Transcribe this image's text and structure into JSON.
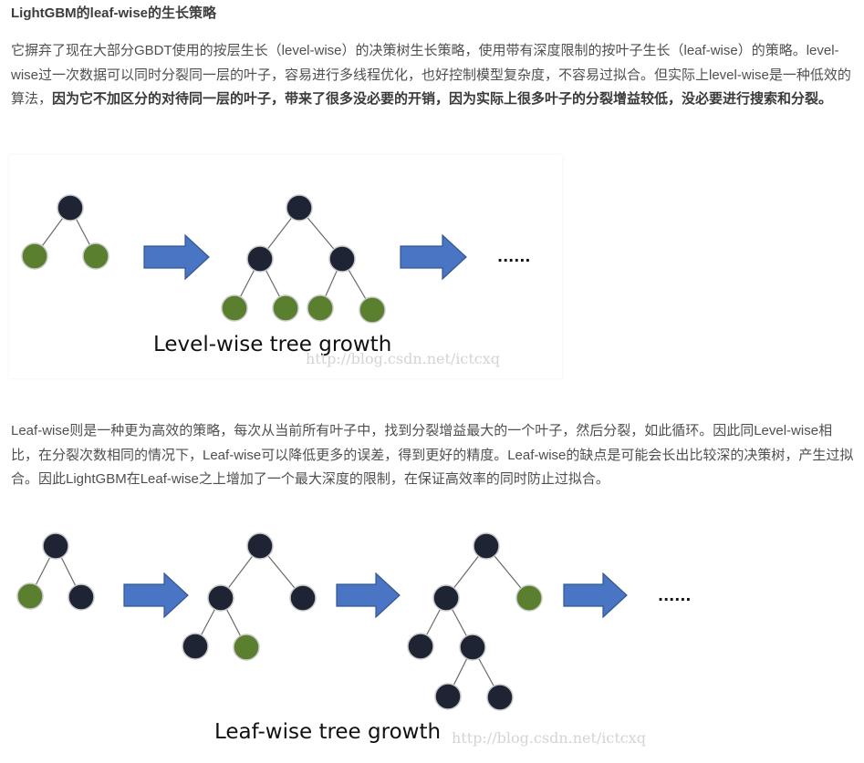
{
  "heading": "LightGBM的leaf-wise的生长策略",
  "paragraph1": {
    "normal": "它摒弃了现在大部分GBDT使用的按层生长（level-wise）的决策树生长策略，使用带有深度限制的按叶子生长（leaf-wise）的策略。level-wise过一次数据可以同时分裂同一层的叶子，容易进行多线程优化，也好控制模型复杂度，不容易过拟合。但实际上level-wise是一种低效的算法，",
    "bold": "因为它不加区分的对待同一层的叶子，带来了很多没必要的开销，因为实际上很多叶子的分裂增益较低，没必要进行搜索和分裂。"
  },
  "figure1": {
    "caption": "Level-wise tree growth",
    "watermark": "http://blog.csdn.net/ictcxq",
    "ellipsis": "......"
  },
  "paragraph2": "Leaf-wise则是一种更为高效的策略，每次从当前所有叶子中，找到分裂增益最大的一个叶子，然后分裂，如此循环。因此同Level-wise相比，在分裂次数相同的情况下，Leaf-wise可以降低更多的误差，得到更好的精度。Leaf-wise的缺点是可能会长出比较深的决策树，产生过拟合。因此LightGBM在Leaf-wise之上增加了一个最大深度的限制，在保证高效率的同时防止过拟合。",
  "figure2": {
    "caption": "Leaf-wise tree growth",
    "watermark": "http://blog.csdn.net/ictcxq",
    "ellipsis": "......"
  },
  "colors": {
    "internal_node": "#1e2433",
    "leaf_node": "#5a7f2e",
    "arrow": "#4a74c4",
    "arrow_border": "#33578f",
    "edge": "#6a6a6a"
  }
}
